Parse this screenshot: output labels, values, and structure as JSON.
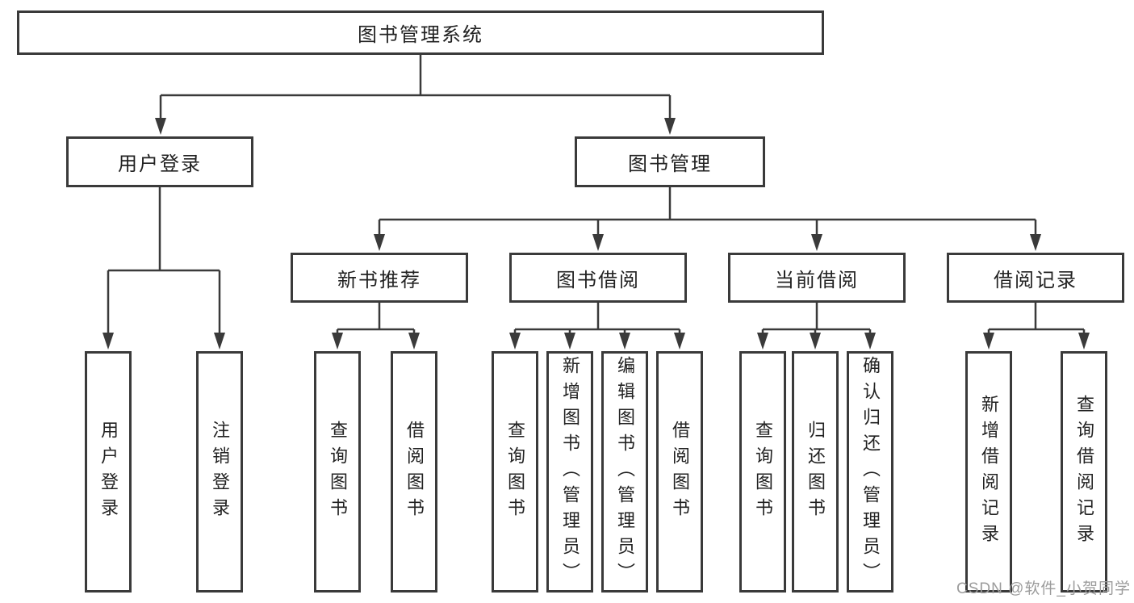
{
  "colors": {
    "background": "#ffffff",
    "border": "#3a3a3a",
    "line": "#3a3a3a",
    "text": "#222222",
    "watermark": "#9c9c9c"
  },
  "watermark": {
    "text": "CSDN @软件_小贺同学"
  },
  "tree": {
    "root": {
      "label": "图书管理系统"
    },
    "level2": [
      {
        "label": "用户登录",
        "children": [
          {
            "label": "用户登录"
          },
          {
            "label": "注销登录"
          }
        ]
      },
      {
        "label": "图书管理",
        "children": [
          {
            "label": "新书推荐",
            "children": [
              {
                "label": "查询图书"
              },
              {
                "label": "借阅图书"
              }
            ]
          },
          {
            "label": "图书借阅",
            "children": [
              {
                "label": "查询图书"
              },
              {
                "label": "新增图书（管理员）"
              },
              {
                "label": "编辑图书（管理员）"
              },
              {
                "label": "借阅图书"
              }
            ]
          },
          {
            "label": "当前借阅",
            "children": [
              {
                "label": "查询图书"
              },
              {
                "label": "归还图书"
              },
              {
                "label": "确认归还（管理员）"
              }
            ]
          },
          {
            "label": "借阅记录",
            "children": [
              {
                "label": "新增借阅记录"
              },
              {
                "label": "查询借阅记录"
              }
            ]
          }
        ]
      }
    ]
  }
}
